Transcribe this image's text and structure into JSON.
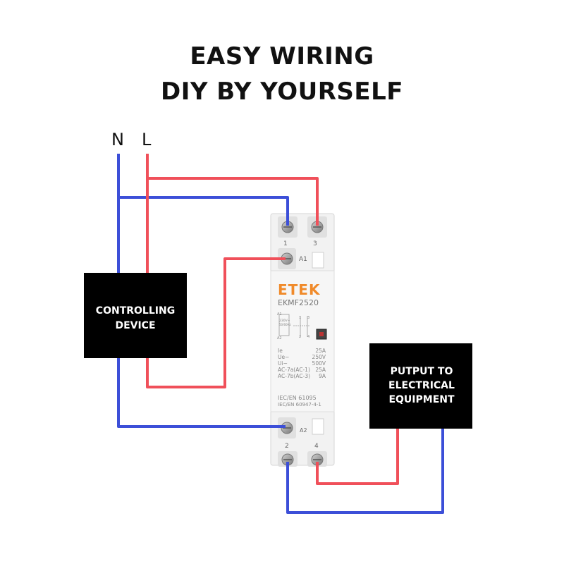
{
  "title": {
    "line1": "EASY WIRING",
    "line2": "DIY BY YOURSELF"
  },
  "terminals_top": {
    "n": "N",
    "l": "L"
  },
  "controlling_box": {
    "line1": "CONTROLLING",
    "line2": "DEVICE"
  },
  "output_box": {
    "line1": "PUTPUT TO",
    "line2": "ELECTRICAL",
    "line3": "EQUIPMENT"
  },
  "device": {
    "brand": "ETEK",
    "model": "EKMF2520",
    "top_terminals": [
      "1",
      "3"
    ],
    "bottom_terminals": [
      "2",
      "4"
    ],
    "coil_labels": {
      "a1": "A1",
      "a2": "A2"
    },
    "schematic": {
      "a1": "A1",
      "a2": "A2",
      "voltage": "230V~",
      "freq": "50/60Hz",
      "c1": "1",
      "c3": "3",
      "c2": "2",
      "c4": "4"
    },
    "specs": [
      {
        "k": "Ie",
        "v": "25A"
      },
      {
        "k": "Ue~",
        "v": "250V"
      },
      {
        "k": "Ui~",
        "v": "500V"
      },
      {
        "k": "AC-7a(AC-1)",
        "v": "25A"
      },
      {
        "k": "AC-7b(AC-3)",
        "v": "9A"
      }
    ],
    "standards": [
      "IEC/EN 61095",
      "IEC/EN 60947-4-1"
    ]
  },
  "colors": {
    "live": "#f0505a",
    "neutral": "#3c4fd8",
    "brand": "#f08a2a",
    "box": "#000000"
  }
}
